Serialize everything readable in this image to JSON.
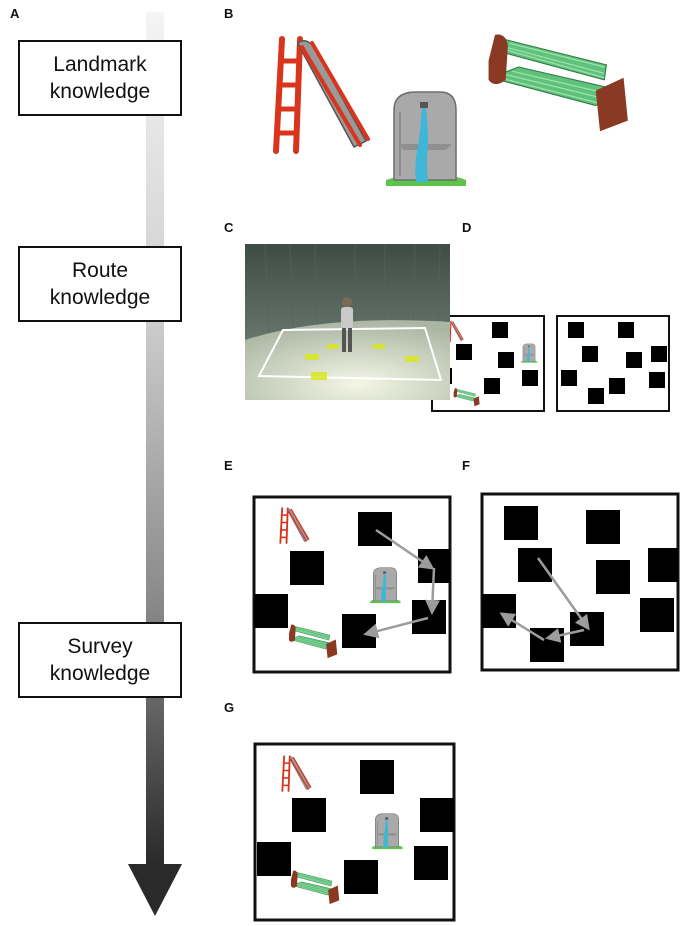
{
  "panels": {
    "a": "A",
    "b": "B",
    "c": "C",
    "d": "D",
    "e": "E",
    "f": "F",
    "g": "G"
  },
  "stages": [
    {
      "line1": "Landmark",
      "line2": "knowledge"
    },
    {
      "line1": "Route",
      "line2": "knowledge"
    },
    {
      "line1": "Survey",
      "line2": "knowledge"
    }
  ],
  "landmarks": [
    "slide-icon",
    "fountain-icon",
    "bench-icon"
  ],
  "colors": {
    "slide_red": "#d9351c",
    "slide_gray": "#9a9a9a",
    "fountain_stone": "#a9a9a9",
    "water_blue": "#3fb6d8",
    "grass_green": "#5cc44a",
    "bench_green": "#5fc27a",
    "bench_wood": "#8a3a22",
    "block_black": "#000000",
    "arrow_gray": "#9c9c9c",
    "room_wall": "#5f7066",
    "floor_tile": "#d8e820"
  }
}
